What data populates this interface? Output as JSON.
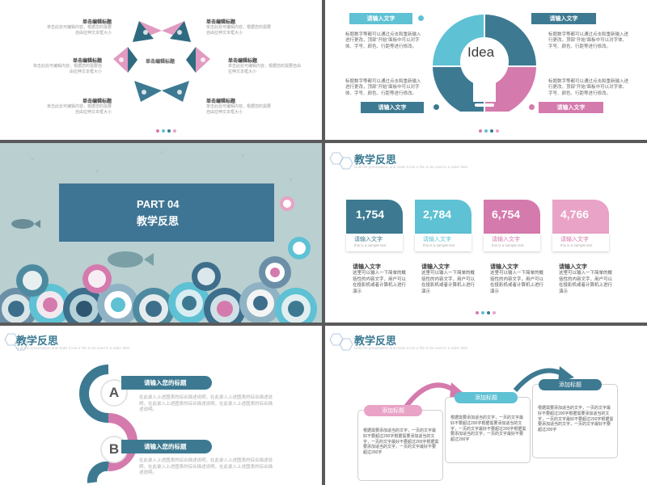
{
  "slide1": {
    "center_label": "单击编辑标题",
    "items": [
      {
        "title": "单击编辑标题",
        "desc": "单击此处可编辑内容，根据您的需要自由拉伸文本框大小"
      },
      {
        "title": "单击编辑标题",
        "desc": "单击此处可编辑内容，根据您的需要自由拉伸文本框大小"
      },
      {
        "title": "单击编辑标题",
        "desc": "单击此处可编辑内容，根据您的需要自由拉伸文本框大小"
      },
      {
        "title": "单击编辑标题",
        "desc": "单击此处可编辑内容，根据您的需要自由拉伸文本框大小"
      },
      {
        "title": "单击编辑标题",
        "desc": "单击此处可编辑内容，根据您的需要自由拉伸文本框大小"
      },
      {
        "title": "单击编辑标题",
        "desc": "单击此处可编辑内容，根据您的需要自由拉伸文本框大小"
      }
    ]
  },
  "slide2": {
    "center_word": "Idea",
    "tags": [
      "请输入文字",
      "请输入文字",
      "请输入文字",
      "请输入文字"
    ],
    "desc": "标题数字等都可以通过点击和重新输入进行更改，顶部“开始”面板中可以对字体、字号、颜色、行距等进行修改。"
  },
  "slide3": {
    "part": "PART 04",
    "title": "教学反思"
  },
  "slide4": {
    "title": "教学反思",
    "subtitle": "Until the presentation and make it into a film to be used in a wider field",
    "cards": [
      {
        "number": "1,754",
        "label": "请输入文字",
        "sub": "this is a sample text",
        "color": "#3d7a92"
      },
      {
        "number": "2,784",
        "label": "请输入文字",
        "sub": "this is a sample text",
        "color": "#5ec1d4"
      },
      {
        "number": "6,754",
        "label": "请输入文字",
        "sub": "this is a sample text",
        "color": "#d57aad"
      },
      {
        "number": "4,766",
        "label": "请输入文字",
        "sub": "this is a sample text",
        "color": "#e9a3c6"
      }
    ],
    "items": [
      {
        "head": "请输入文字",
        "text": "这里可以输入一下简单的概括性的内容文字，用户可以在投影机或者计算机上进行演示"
      },
      {
        "head": "请输入文字",
        "text": "这里可以输入一下简单的概括性的内容文字，用户可以在投影机或者计算机上进行演示"
      },
      {
        "head": "请输入文字",
        "text": "这里可以输入一下简单的概括性的内容文字，用户可以在投影机或者计算机上进行演示"
      },
      {
        "head": "请输入文字",
        "text": "这里可以输入一下简单的概括性的内容文字，用户可以在投影机或者计算机上进行演示"
      }
    ]
  },
  "slide5": {
    "title": "教学反思",
    "subtitle": "Until the presentation and make it into a film to be used in a wider field",
    "rows": [
      {
        "letter": "A",
        "head": "请输入您的标题",
        "text": "在此录入上述图表的综合描述说明，在此录入上述图表的综合描述说明，在此录入上述图表的综合描述说明，在此录入上述图表的综合描述说明。"
      },
      {
        "letter": "B",
        "head": "请输入您的标题",
        "text": "在此录入上述图表的综合描述说明，在此录入上述图表的综合描述说明，在此录入上述图表的综合描述说明，在此录入上述图表的综合描述说明。"
      }
    ]
  },
  "slide6": {
    "title": "教学反思",
    "subtitle": "Until the presentation and make it into a film to be used in a wider field",
    "boxes": [
      {
        "label": "添加标题",
        "text": "根据需要添加适当的文字，一页的文字最好不要超过200字根据需要添加适当的文字，一页的文字最好不要超过200字根据需要添加适当的文字，一页的文字最好不要超过200字"
      },
      {
        "label": "添加标题",
        "text": "根据需要添加适当的文字，一页的文字最好不要超过200字根据需要添加适当的文字，一页的文字最好不要超过200字根据需要添加适当的文字，一页的文字最好不要超过200字"
      },
      {
        "label": "添加标题",
        "text": "根据需要添加适当的文字，一页的文字最好不要超过200字根据需要添加适当的文字，一页的文字最好不要超过200字根据需要添加适当的文字，一页的文字最好不要超过200字"
      }
    ]
  },
  "colors": {
    "teal_dark": "#3d7a92",
    "teal_light": "#5ec1d4",
    "pink": "#d57aad",
    "pink_light": "#e9a3c6",
    "navy": "#3d6e8c"
  }
}
